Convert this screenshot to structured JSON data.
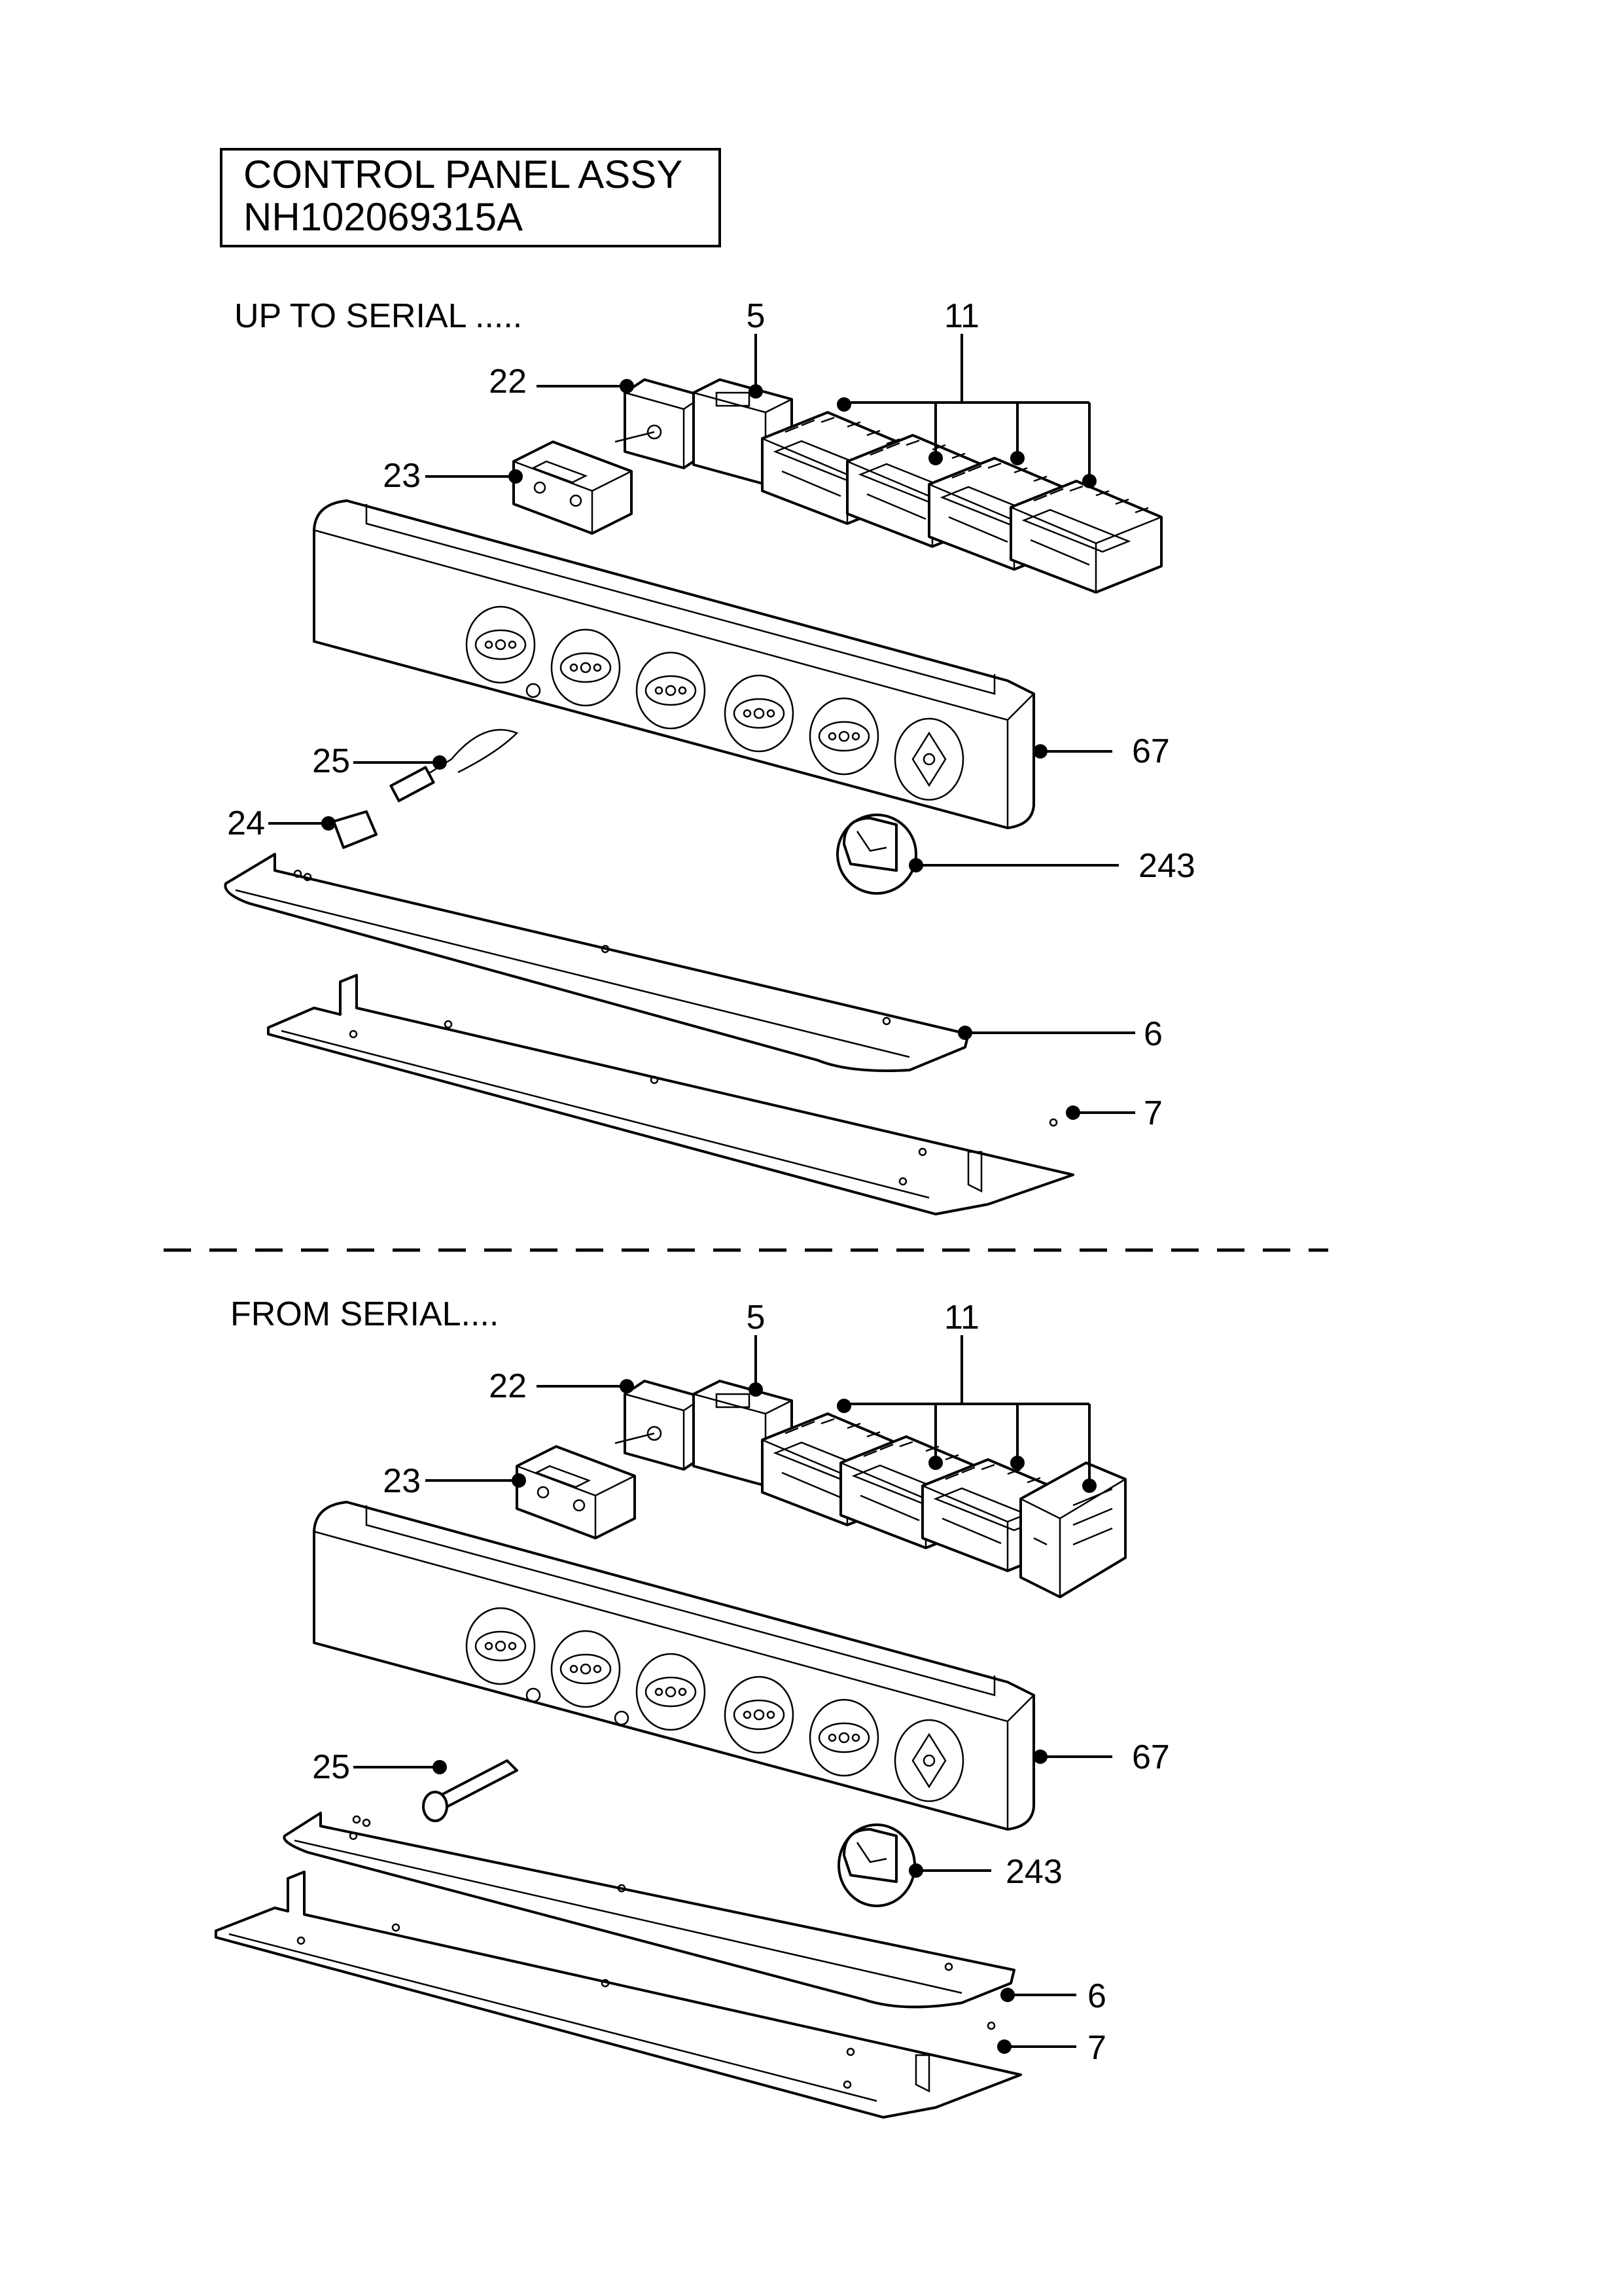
{
  "title_box": {
    "line1": "CONTROL PANEL ASSY",
    "line2": "NH102069315A"
  },
  "sections": [
    {
      "heading": "UP  TO SERIAL .....",
      "callouts": [
        "5",
        "11",
        "22",
        "23",
        "67",
        "25",
        "24",
        "243",
        "6",
        "7"
      ]
    },
    {
      "heading": "FROM SERIAL....",
      "callouts": [
        "5",
        "11",
        "22",
        "23",
        "67",
        "25",
        "243",
        "6",
        "7"
      ]
    }
  ]
}
